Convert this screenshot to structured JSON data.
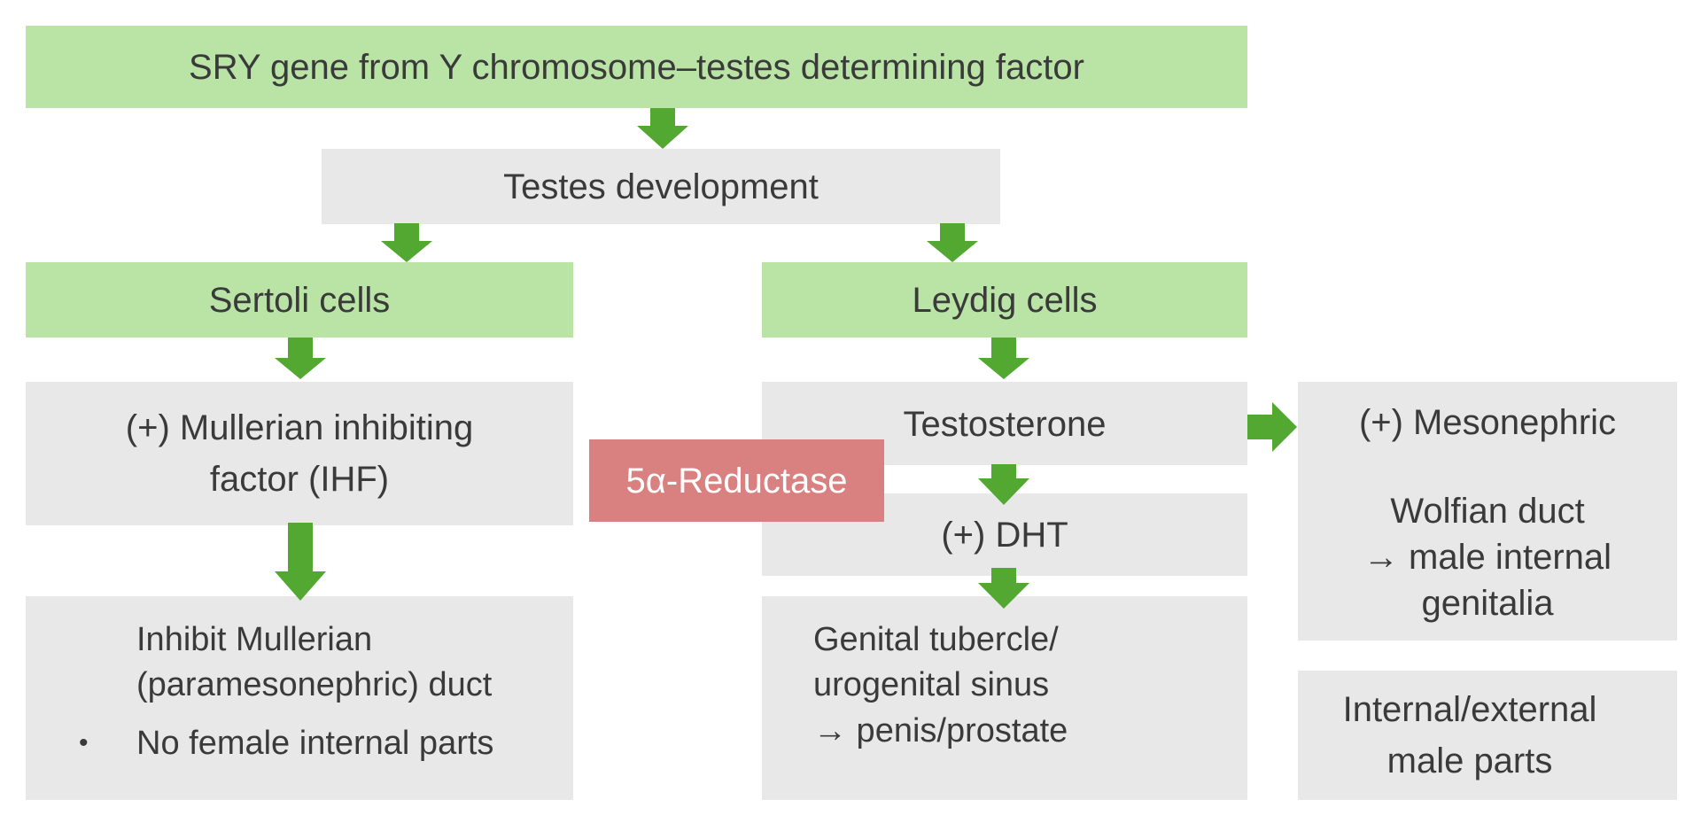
{
  "top": {
    "sry": "SRY gene from Y chromosome–testes determining factor"
  },
  "testes": {
    "label": "Testes development"
  },
  "sertoli": {
    "label": "Sertoli cells",
    "mif_line1": "(+) Mullerian inhibiting",
    "mif_line2": "factor (IHF)",
    "inhibit_line1": "Inhibit Mullerian",
    "inhibit_line2": "(paramesonephric) duct",
    "bullet": "•",
    "bullet_text": "No female internal parts"
  },
  "leydig": {
    "label": "Leydig cells",
    "testosterone": "Testosterone",
    "dht": "(+) DHT",
    "genital_line1": "Genital tubercle/",
    "genital_line2": "urogenital sinus",
    "genital_line3": "→ penis/prostate"
  },
  "enzyme": {
    "label": "5α-Reductase"
  },
  "mesonephric": {
    "line1": "(+) Mesonephric",
    "wolfian_line1": "Wolfian duct",
    "wolfian_line2": "→ male internal",
    "wolfian_line3": "genitalia"
  },
  "result": {
    "line1": "Internal/external",
    "line2": "male parts"
  },
  "colors": {
    "green_box": "#b9e4a6",
    "gray_box": "#e8e8e8",
    "red_box": "#d98080",
    "arrow": "#52a831"
  }
}
